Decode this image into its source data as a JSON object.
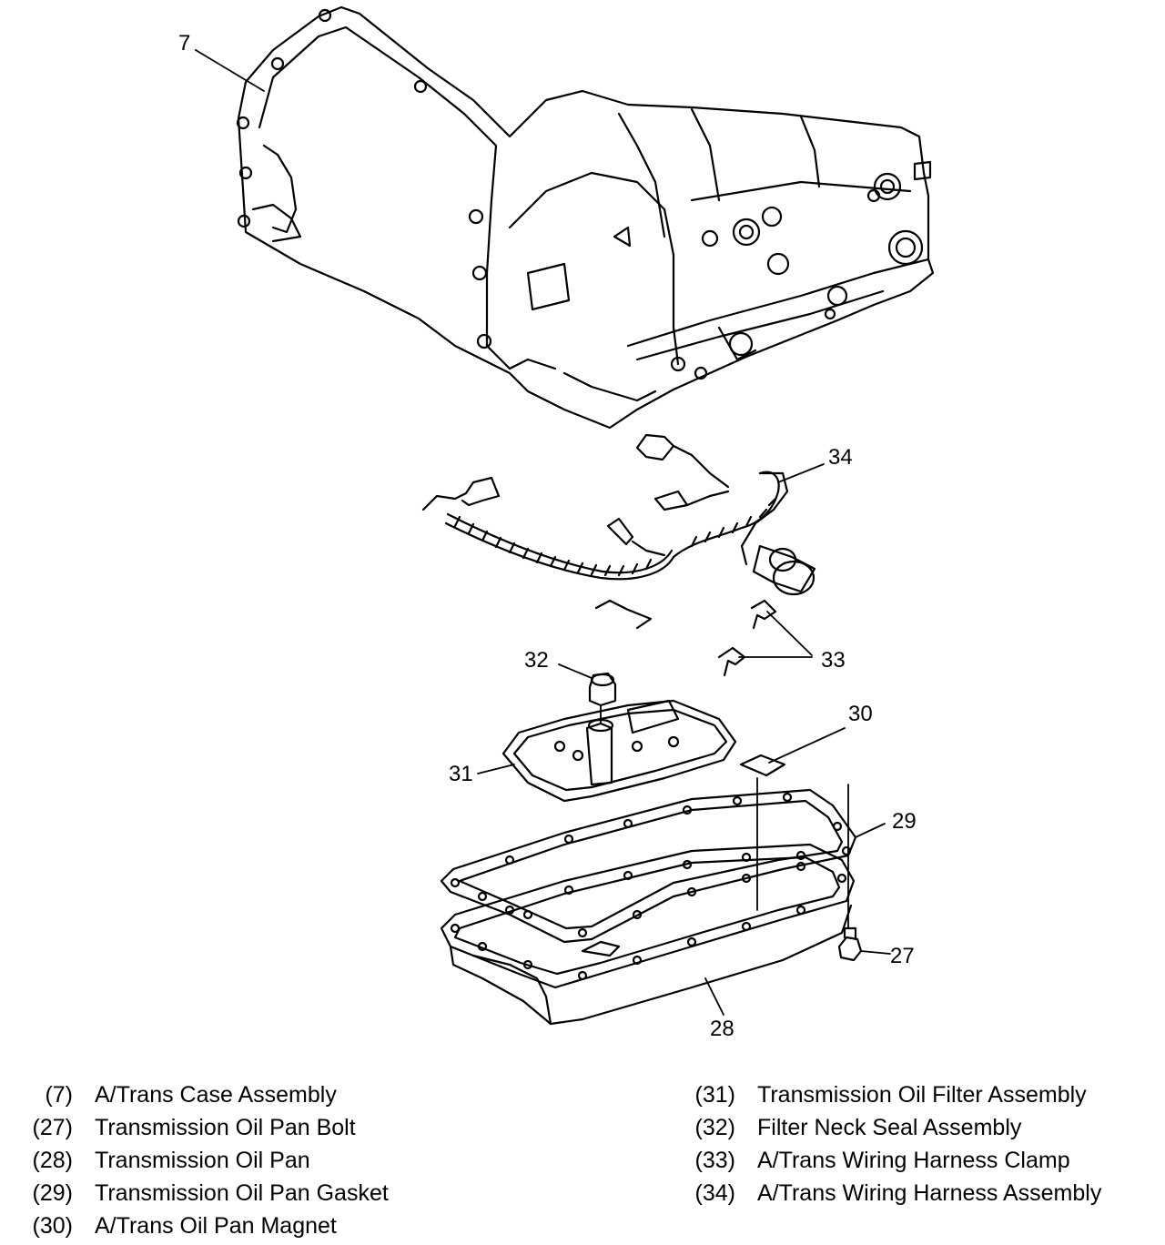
{
  "callouts": {
    "c7": "7",
    "c34": "34",
    "c32": "32",
    "c33": "33",
    "c30": "30",
    "c31": "31",
    "c29": "29",
    "c27": "27",
    "c28": "28"
  },
  "legend": {
    "left": [
      {
        "num": "(7)",
        "desc": "A/Trans Case Assembly"
      },
      {
        "num": "(27)",
        "desc": "Transmission Oil Pan Bolt"
      },
      {
        "num": "(28)",
        "desc": "Transmission Oil Pan"
      },
      {
        "num": "(29)",
        "desc": "Transmission Oil Pan Gasket"
      },
      {
        "num": "(30)",
        "desc": "A/Trans Oil Pan Magnet"
      }
    ],
    "right": [
      {
        "num": "(31)",
        "desc": "Transmission Oil Filter Assembly"
      },
      {
        "num": "(32)",
        "desc": "Filter Neck Seal Assembly"
      },
      {
        "num": "(33)",
        "desc": "A/Trans Wiring Harness Clamp"
      },
      {
        "num": "(34)",
        "desc": "A/Trans Wiring Harness Assembly"
      }
    ]
  }
}
